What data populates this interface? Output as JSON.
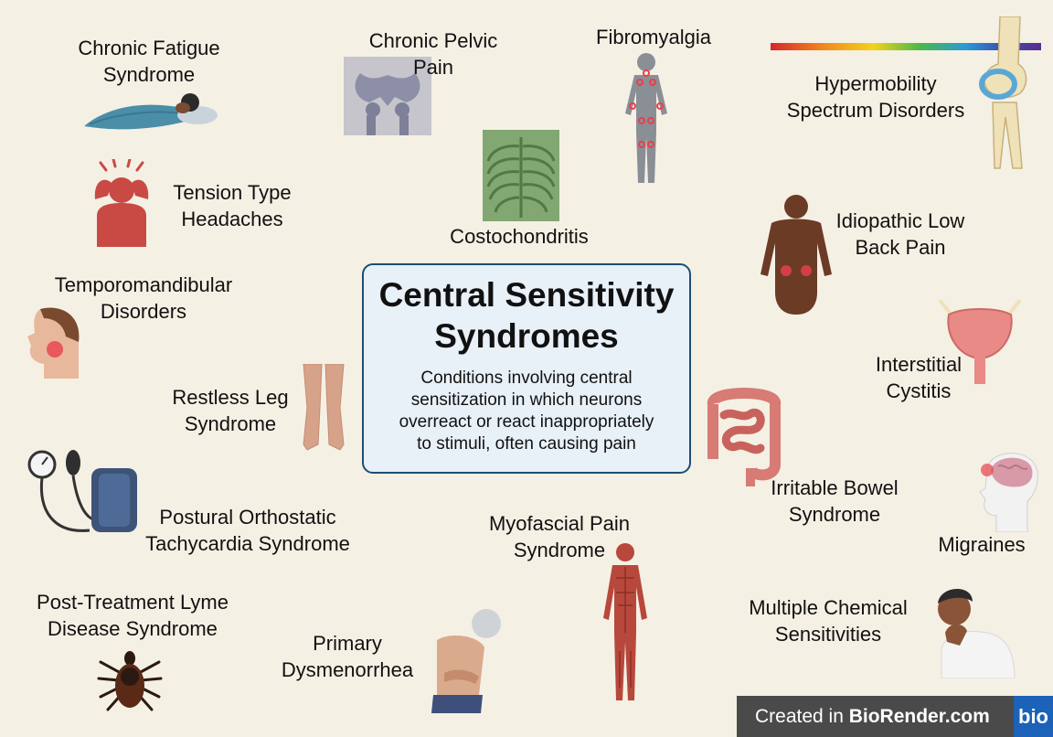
{
  "title": [
    "Central Sensitivity",
    "Syndromes"
  ],
  "description": [
    "Conditions involving central",
    "sensitization in which neurons",
    "overreact or react inappropriately",
    "to stimuli, often causing pain"
  ],
  "conditions": [
    {
      "key": "cfs",
      "lines": [
        "Chronic Fatigue",
        "Syndrome"
      ]
    },
    {
      "key": "cpp",
      "lines": [
        "Chronic Pelvic",
        "Pain"
      ]
    },
    {
      "key": "fibro",
      "lines": [
        "Fibromyalgia"
      ]
    },
    {
      "key": "hyper",
      "lines": [
        "Hypermobility",
        "Spectrum Disorders"
      ]
    },
    {
      "key": "tth",
      "lines": [
        "Tension Type",
        "Headaches"
      ]
    },
    {
      "key": "costo",
      "lines": [
        "Costochondritis"
      ]
    },
    {
      "key": "ilbp",
      "lines": [
        "Idiopathic Low",
        "Back Pain"
      ]
    },
    {
      "key": "tmd",
      "lines": [
        "Temporomandibular",
        "Disorders"
      ]
    },
    {
      "key": "ic",
      "lines": [
        "Interstitial",
        "Cystitis"
      ]
    },
    {
      "key": "rls",
      "lines": [
        "Restless Leg",
        "Syndrome"
      ]
    },
    {
      "key": "ibs",
      "lines": [
        "Irritable Bowel",
        "Syndrome"
      ]
    },
    {
      "key": "pots",
      "lines": [
        "Postural Orthostatic",
        "Tachycardia Syndrome"
      ]
    },
    {
      "key": "myo",
      "lines": [
        "Myofascial Pain",
        "Syndrome"
      ]
    },
    {
      "key": "mig",
      "lines": [
        "Migraines"
      ]
    },
    {
      "key": "ptlds",
      "lines": [
        "Post-Treatment Lyme",
        "Disease Syndrome"
      ]
    },
    {
      "key": "mcs",
      "lines": [
        "Multiple Chemical",
        "Sensitivities"
      ]
    },
    {
      "key": "pd",
      "lines": [
        "Primary",
        "Dysmenorrhea"
      ]
    }
  ],
  "footer": {
    "prefix": "Created in ",
    "brand": "BioRender.com",
    "logo": "bio"
  },
  "colors": {
    "background": "#f5f0e4",
    "box_border": "#1f4d72",
    "box_fill": "#e8f0f8",
    "pain": "#e8404a",
    "skin_dark": "#6b3b26",
    "skin_light": "#e8b89c"
  }
}
